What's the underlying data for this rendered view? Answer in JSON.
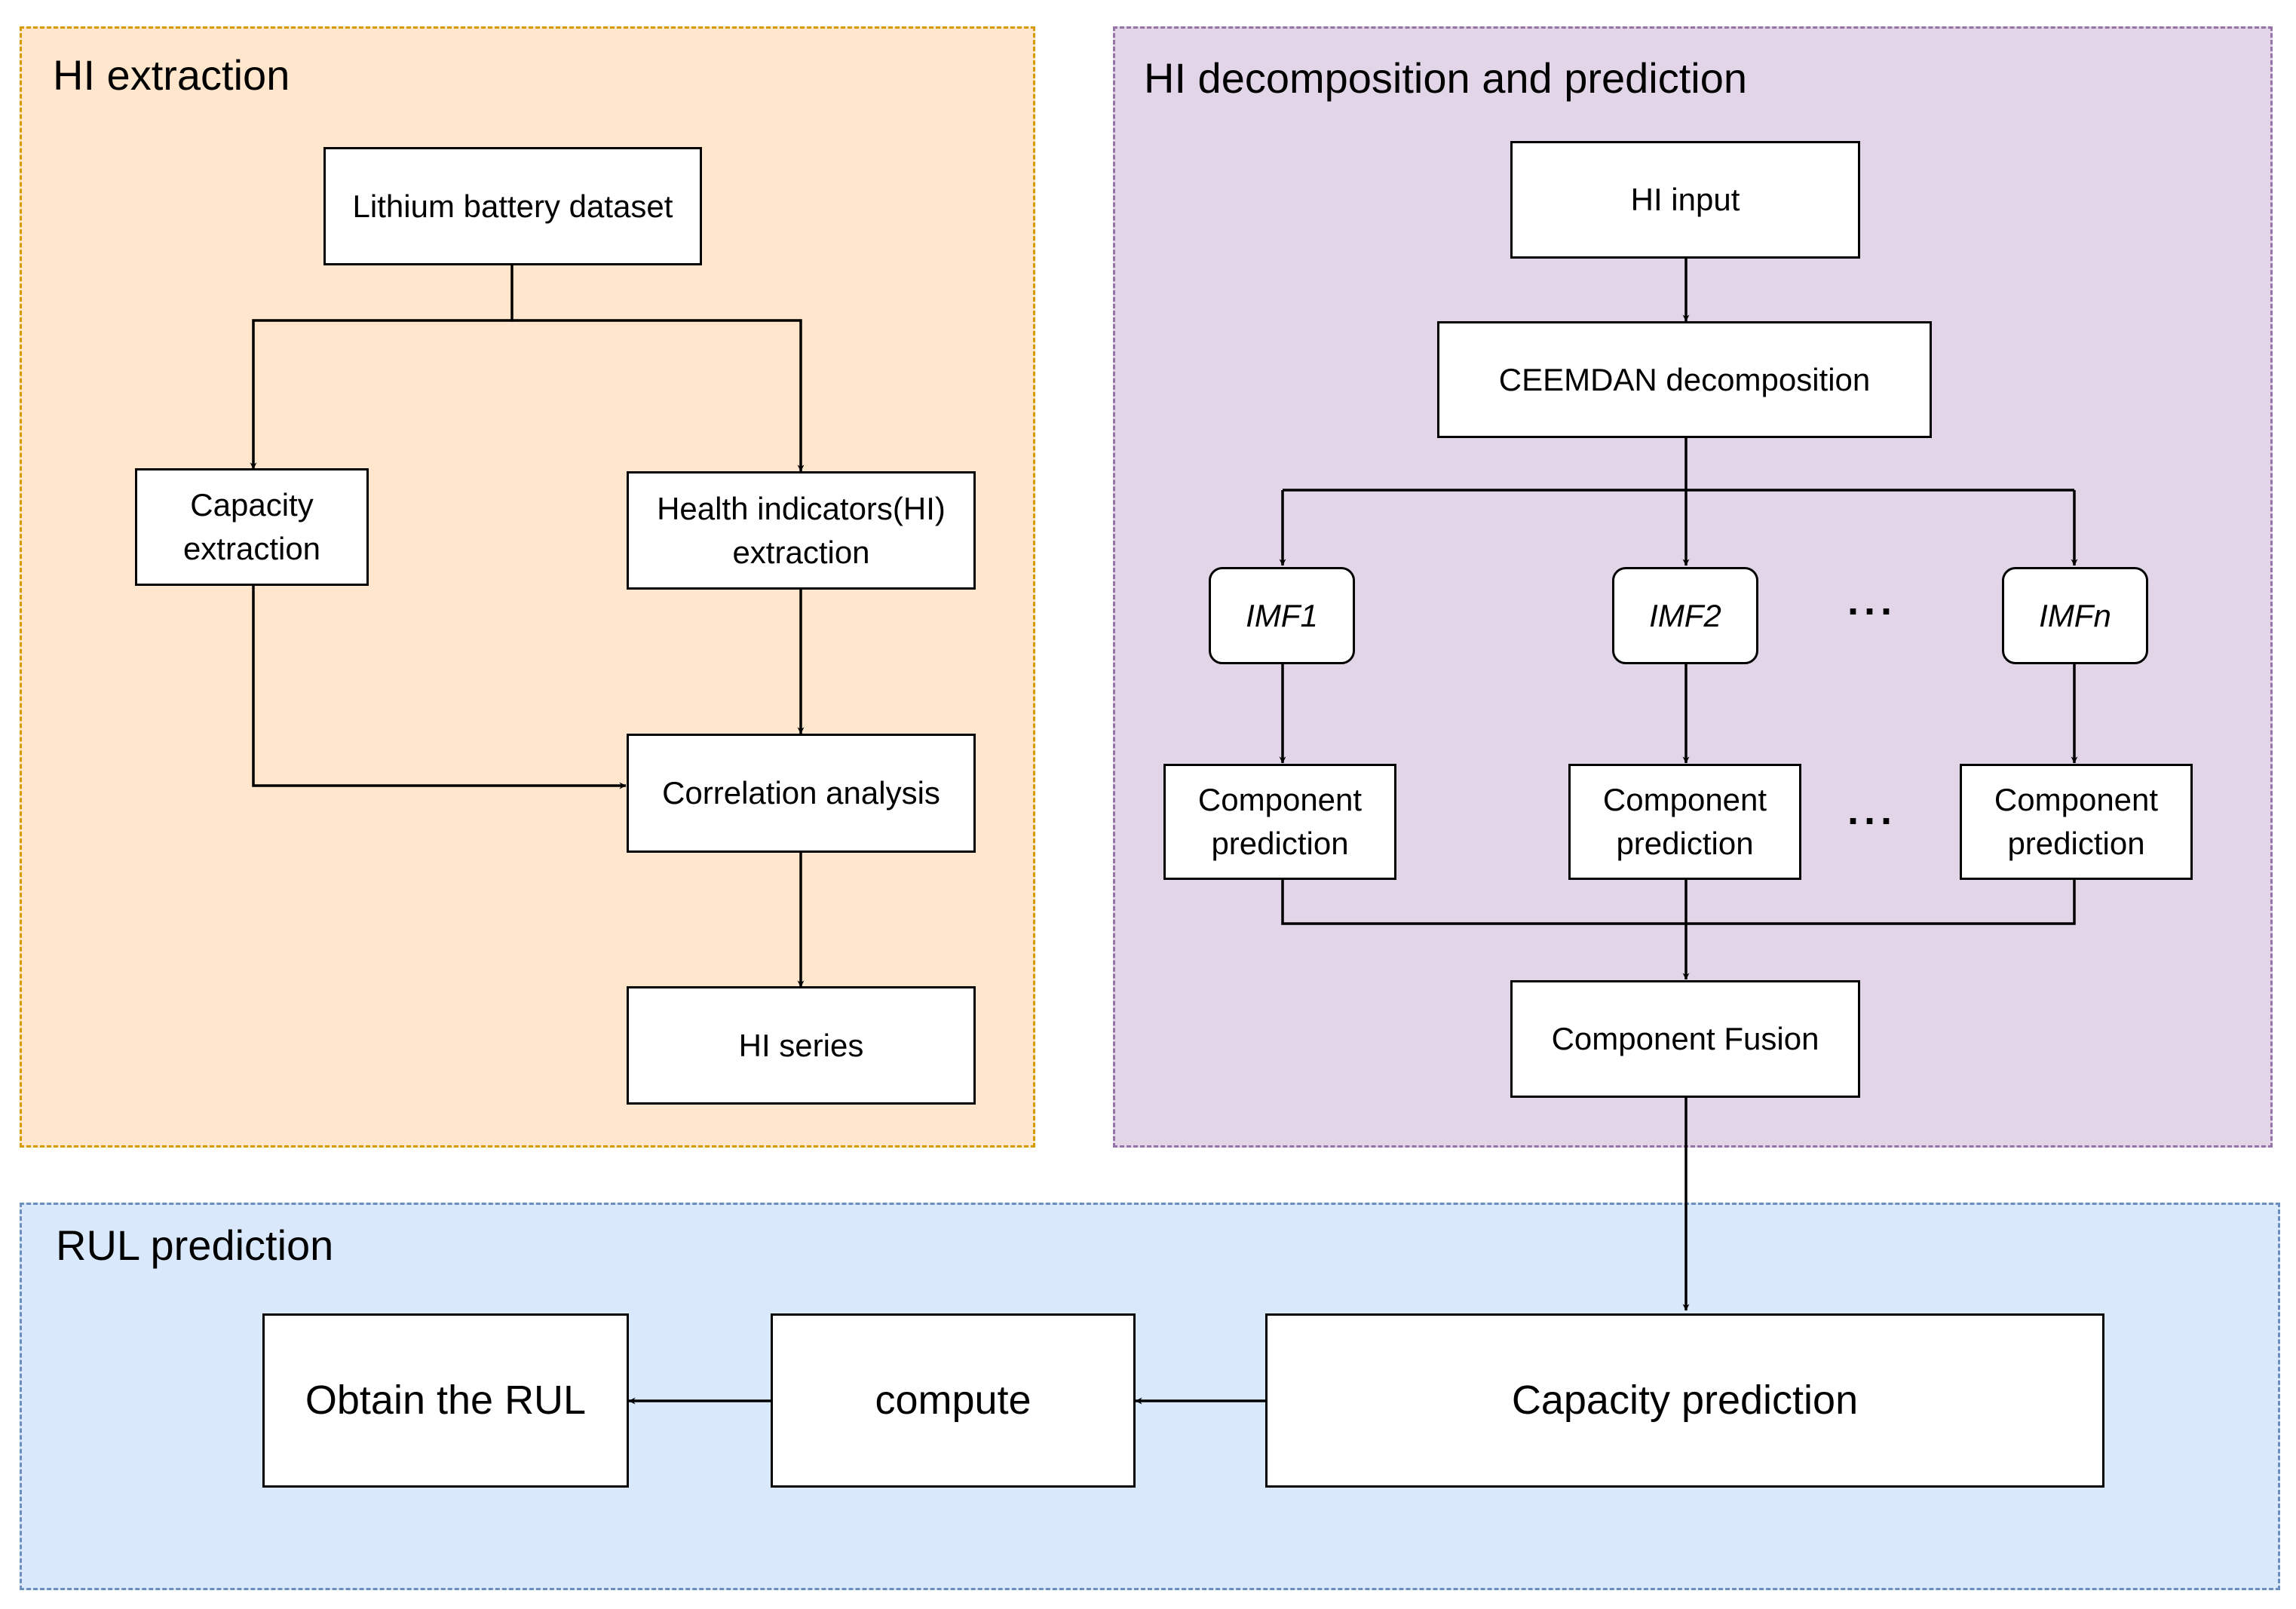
{
  "panels": {
    "hi_extraction": {
      "title": "HI extraction",
      "fill": "#ffe6cc",
      "border": "#d79b00"
    },
    "hi_decomposition": {
      "title": "HI decomposition and prediction",
      "fill": "#e1d5e7",
      "border": "#9673a6"
    },
    "rul_prediction": {
      "title": "RUL prediction",
      "fill": "#dae8fc",
      "border": "#6c8ebf"
    }
  },
  "extraction": {
    "dataset": "Lithium battery dataset",
    "capacity": "Capacity\nextraction",
    "health_indicators": "Health indicators(HI)\nextraction",
    "correlation": "Correlation analysis",
    "hi_series": "HI series"
  },
  "decomposition": {
    "hi_input": "HI input",
    "ceemdan": "CEEMDAN decomposition",
    "imfs": [
      "IMF1",
      "IMF2",
      "IMFn"
    ],
    "component_predictions": [
      "Component\nprediction",
      "Component\nprediction",
      "Component\nprediction"
    ],
    "ellipsis": "···",
    "fusion": "Component Fusion"
  },
  "rul": {
    "obtain": "Obtain the RUL",
    "compute": "compute",
    "capacity_prediction": "Capacity prediction"
  }
}
